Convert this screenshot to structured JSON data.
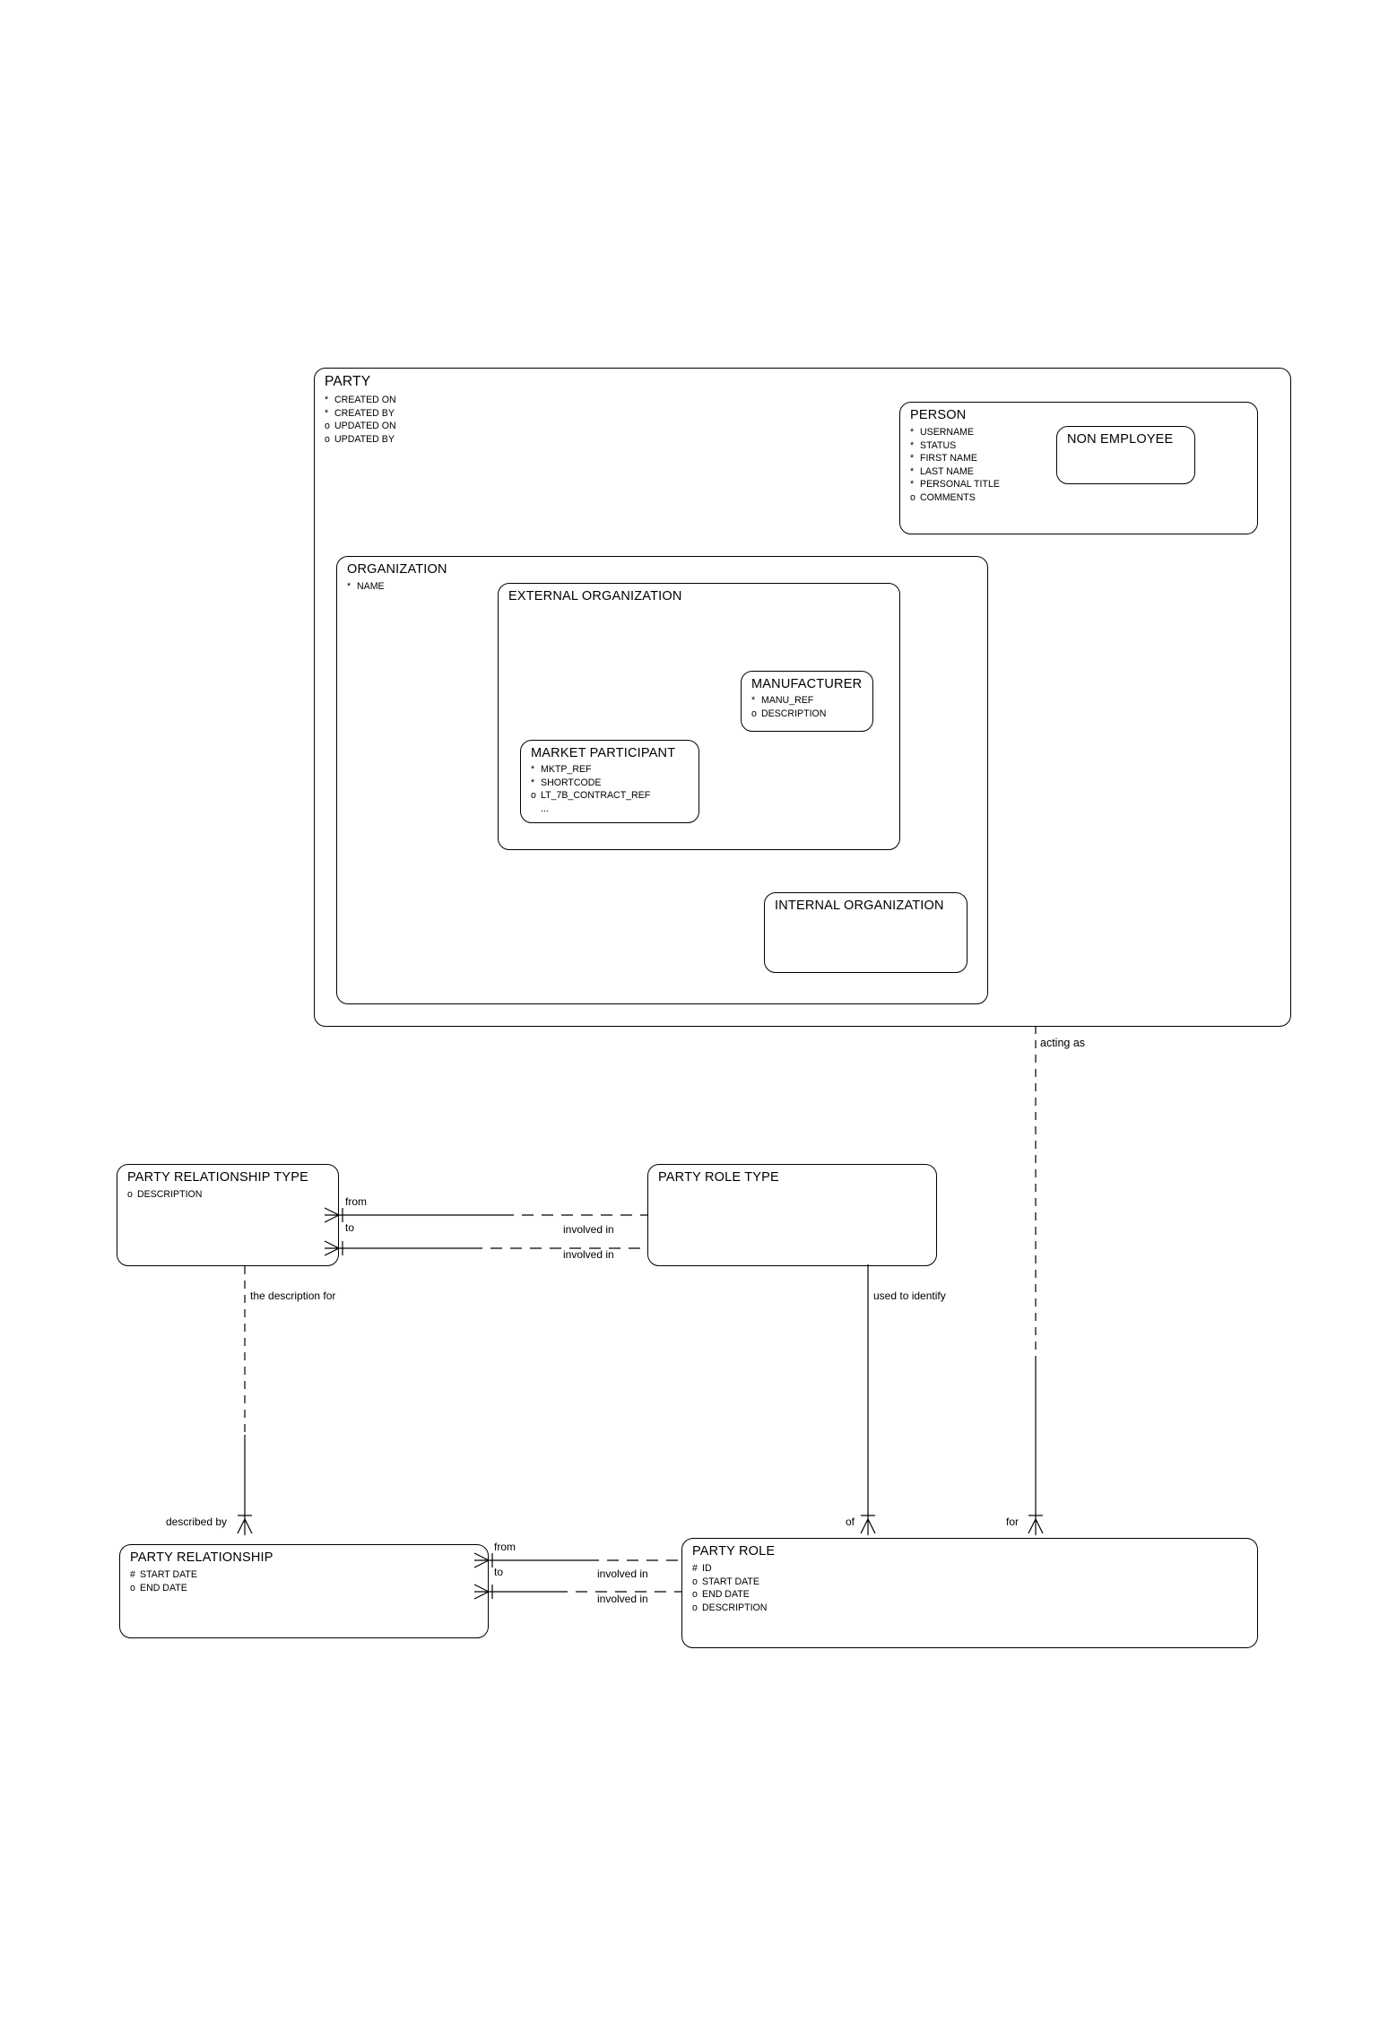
{
  "diagram": {
    "notation": "barker-erd",
    "title_visible": false,
    "stroke_color": "#000000",
    "background_color": "#ffffff"
  },
  "entities": {
    "party": {
      "name": "PARTY",
      "attributes": [
        {
          "mark": "*",
          "label": "CREATED ON"
        },
        {
          "mark": "*",
          "label": "CREATED BY"
        },
        {
          "mark": "o",
          "label": "UPDATED ON"
        },
        {
          "mark": "o",
          "label": "UPDATED BY"
        }
      ]
    },
    "person": {
      "name": "PERSON",
      "attributes": [
        {
          "mark": "*",
          "label": "USERNAME"
        },
        {
          "mark": "*",
          "label": "STATUS"
        },
        {
          "mark": "*",
          "label": "FIRST NAME"
        },
        {
          "mark": "*",
          "label": "LAST NAME"
        },
        {
          "mark": "*",
          "label": "PERSONAL TITLE"
        },
        {
          "mark": "o",
          "label": "COMMENTS"
        }
      ]
    },
    "non_employee": {
      "name": "NON EMPLOYEE",
      "attributes": []
    },
    "organization": {
      "name": "ORGANIZATION",
      "attributes": [
        {
          "mark": "*",
          "label": "NAME"
        }
      ]
    },
    "external_organization": {
      "name": "EXTERNAL ORGANIZATION",
      "attributes": []
    },
    "manufacturer": {
      "name": "MANUFACTURER",
      "attributes": [
        {
          "mark": "*",
          "label": "MANU_REF"
        },
        {
          "mark": "o",
          "label": "DESCRIPTION"
        }
      ]
    },
    "market_participant": {
      "name": "MARKET PARTICIPANT",
      "attributes": [
        {
          "mark": "*",
          "label": "MKTP_REF"
        },
        {
          "mark": "*",
          "label": "SHORTCODE"
        },
        {
          "mark": "o",
          "label": "LT_7B_CONTRACT_REF"
        },
        {
          "mark": "",
          "label": "..."
        }
      ]
    },
    "internal_organization": {
      "name": "INTERNAL ORGANIZATION",
      "attributes": []
    },
    "party_relationship_type": {
      "name": "PARTY RELATIONSHIP TYPE",
      "attributes": [
        {
          "mark": "o",
          "label": "DESCRIPTION"
        }
      ]
    },
    "party_role_type": {
      "name": "PARTY ROLE TYPE",
      "attributes": []
    },
    "party_relationship": {
      "name": "PARTY RELATIONSHIP",
      "attributes": [
        {
          "mark": "#",
          "label": "START DATE"
        },
        {
          "mark": "o",
          "label": "END DATE"
        }
      ]
    },
    "party_role": {
      "name": "PARTY ROLE",
      "attributes": [
        {
          "mark": "#",
          "label": "ID"
        },
        {
          "mark": "o",
          "label": "START DATE"
        },
        {
          "mark": "o",
          "label": "END DATE"
        },
        {
          "mark": "o",
          "label": "DESCRIPTION"
        }
      ]
    }
  },
  "relationship_labels": {
    "acting_as": "acting as",
    "type_from": "from",
    "type_to": "to",
    "type_involved_in_1": "involved in",
    "type_involved_in_2": "involved in",
    "the_description_for": "the description for",
    "used_to_identify": "used to identify",
    "described_by": "described by",
    "of": "of",
    "for": "for",
    "rel_from": "from",
    "rel_to": "to",
    "rel_involved_in_1": "involved in",
    "rel_involved_in_2": "involved in"
  }
}
